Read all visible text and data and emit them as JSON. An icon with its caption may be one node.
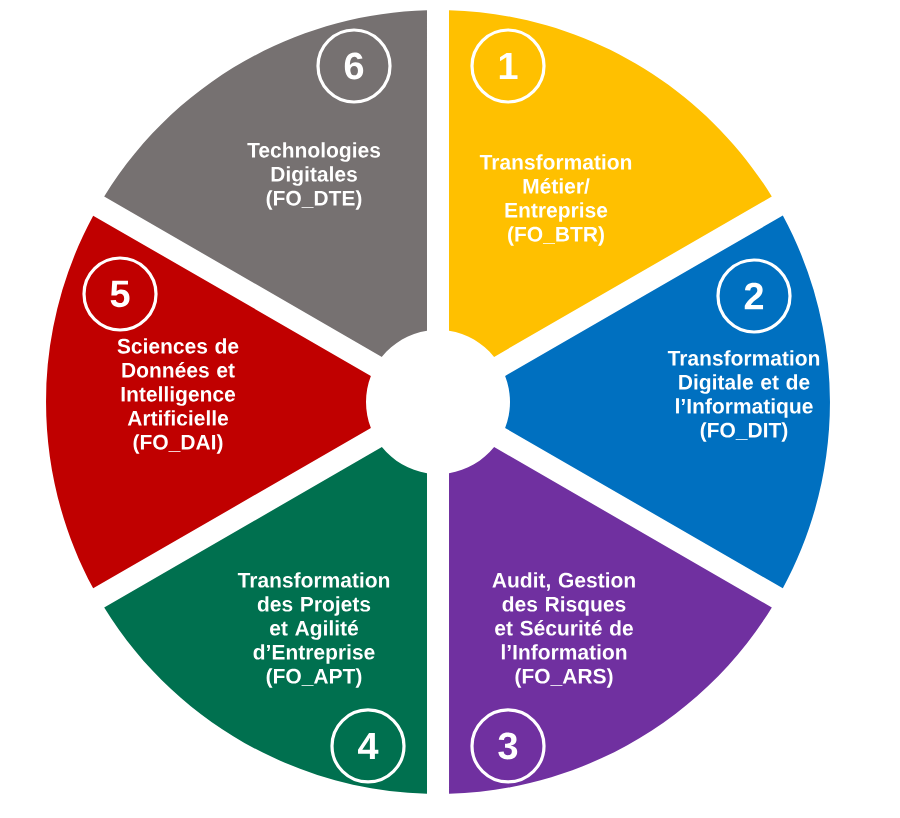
{
  "diagram": {
    "nodes": [
      {
        "text": [
          "Transformation Métier/ Entreprise (FO_BTR)"
        ]
      },
      {
        "text": [
          "1"
        ],
        "in": 0
      },
      {
        "text": [
          "Transformation Digitale et de l’Informatique (FO_DIT)"
        ]
      },
      {
        "text": [
          "2"
        ],
        "in": 2
      },
      {
        "text": [
          "Audit, Gestion des Risques et Sécurité de l’Information (FO_ARS)"
        ]
      },
      {
        "text": [
          "3"
        ],
        "in": 4
      },
      {
        "text": [
          "Transformation des Projets et Agilité d’Entreprise (FO_APT)"
        ]
      },
      {
        "text": [
          "4"
        ],
        "in": 6
      },
      {
        "text": [
          "Sciences de Données et Intelligence Artificielle (FO_DAI)"
        ]
      },
      {
        "text": [
          "5"
        ],
        "in": 8
      },
      {
        "text": [
          "Technologies Digitales (FO_DTE)"
        ]
      },
      {
        "text": [
          "6"
        ],
        "in": 10
      }
    ]
  }
}
